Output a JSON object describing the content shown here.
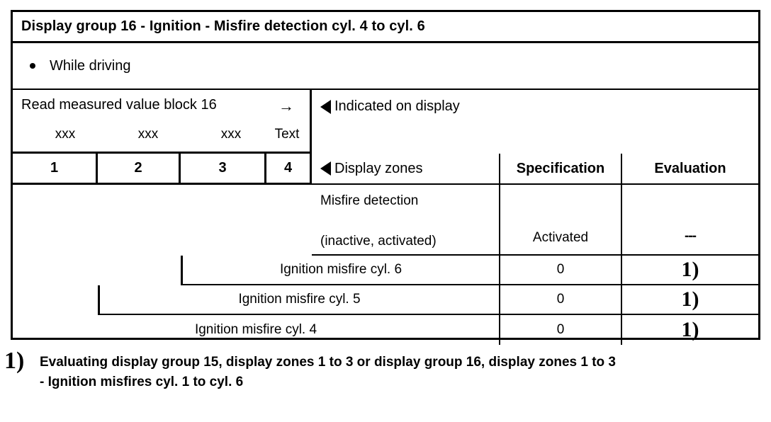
{
  "title": "Display group 16 - Ignition - Misfire detection cyl. 4 to cyl. 6",
  "condition": {
    "bullet_icon": "bullet-dot",
    "text": "While driving"
  },
  "read_block": {
    "label": "Read measured value block 16",
    "arrow_icon": "right-arrow",
    "zone_placeholders": [
      "xxx",
      "xxx",
      "xxx",
      "Text"
    ],
    "zone_numbers": [
      "1",
      "2",
      "3",
      "4"
    ]
  },
  "indicated": {
    "triangle_icon": "left-triangle",
    "label": "Indicated on display"
  },
  "table": {
    "headers": {
      "zones_triangle_icon": "left-triangle",
      "zones": "Display zones",
      "specification": "Specification",
      "evaluation": "Evaluation"
    },
    "rows": [
      {
        "label_line1": "Misfire detection",
        "label_line2": "(inactive, activated)",
        "specification": "Activated",
        "evaluation": "---"
      },
      {
        "label": "Ignition misfire cyl. 6",
        "specification": "0",
        "evaluation": "1)"
      },
      {
        "label": "Ignition misfire cyl. 5",
        "specification": "0",
        "evaluation": "1)"
      },
      {
        "label": "Ignition misfire cyl. 4",
        "specification": "0",
        "evaluation": "1)"
      }
    ]
  },
  "footnote": {
    "marker": "1)",
    "line1": "Evaluating display group 15, display zones 1 to 3 or display group 16, display zones 1 to 3",
    "line2": "- Ignition misfires cyl. 1 to  cyl. 6"
  },
  "colors": {
    "ink": "#000000",
    "paper": "#ffffff"
  }
}
